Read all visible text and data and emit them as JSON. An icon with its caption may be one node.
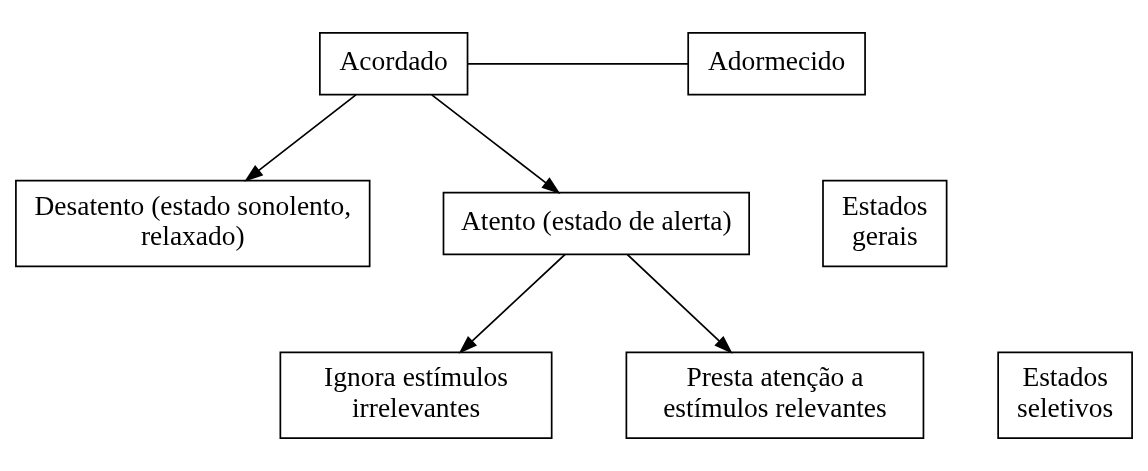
{
  "diagram": {
    "nodes": [
      {
        "text": [
          "Acordado"
        ]
      },
      {
        "text": [
          "Adormecido"
        ]
      },
      {
        "text": [
          "Desatento (estado sonolento, relaxado)"
        ]
      },
      {
        "text": [
          "Atento (estado de alerta)"
        ]
      },
      {
        "text": [
          "Ignora estímulos irrelevantes"
        ]
      },
      {
        "text": [
          "Presta atenção a estímulos relevantes"
        ]
      },
      {
        "text": [
          "Estados gerais"
        ]
      },
      {
        "text": [
          "Estados seletivos"
        ]
      }
    ],
    "edges": [
      {
        "from": 0,
        "to": 1,
        "arrow": "none"
      },
      {
        "from": 0,
        "to": 2,
        "arrow": "to"
      },
      {
        "from": 0,
        "to": 3,
        "arrow": "to"
      },
      {
        "from": 3,
        "to": 4,
        "arrow": "to"
      },
      {
        "from": 3,
        "to": 5,
        "arrow": "to"
      }
    ]
  }
}
